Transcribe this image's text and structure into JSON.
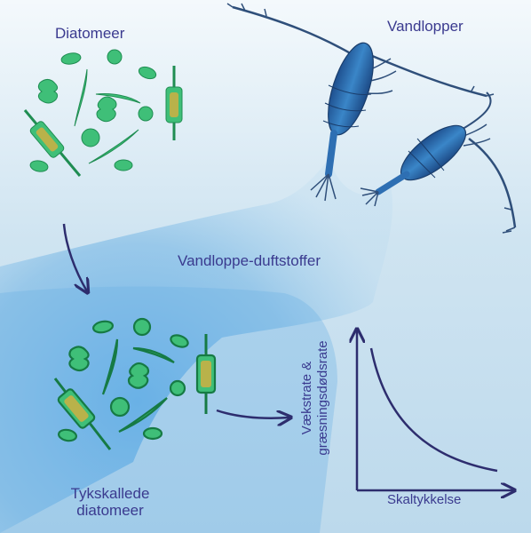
{
  "labels": {
    "diatoms": "Diatomeer",
    "water_fleas": "Vandlopper",
    "cues": "Vandloppe-duftstoffer",
    "thick_line1": "Tykskallede",
    "thick_line2": "diatomeer"
  },
  "graph": {
    "ylabel_line1": "Vækstrate &",
    "ylabel_line2": "græsningsdødsrate",
    "xlabel": "Skaltykkelse"
  },
  "colors": {
    "text": "#3a3a8f",
    "arrow": "#2d2d6e",
    "diatom_fill": "#3fbf78",
    "diatom_inner": "#b9b24a",
    "copepod": "#2e6fb3",
    "background_top": "#f3f8fb",
    "plume": "#7fbbe6"
  }
}
